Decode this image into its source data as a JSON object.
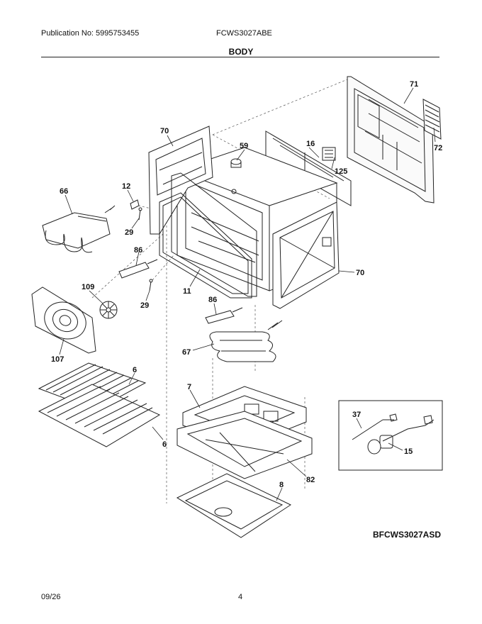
{
  "header": {
    "publication": "Publication No: 5995753455",
    "model": "FCWS3027ABE",
    "section": "BODY"
  },
  "diagram": {
    "callouts": {
      "p71": "71",
      "p72": "72",
      "p70_top": "70",
      "p59": "59",
      "p16": "16",
      "p125": "125",
      "p12": "12",
      "p66": "66",
      "p29_top": "29",
      "p86_left": "86",
      "p70_right": "70",
      "p109": "109",
      "p11": "11",
      "p29_mid": "29",
      "p86_mid": "86",
      "p107": "107",
      "p67": "67",
      "p6_top": "6",
      "p7": "7",
      "p37": "37",
      "p15": "15",
      "p6_bottom": "6",
      "p82": "82",
      "p8": "8"
    }
  },
  "footer": {
    "diagram_code": "BFCWS3027ASD",
    "date": "09/26",
    "page": "4"
  }
}
